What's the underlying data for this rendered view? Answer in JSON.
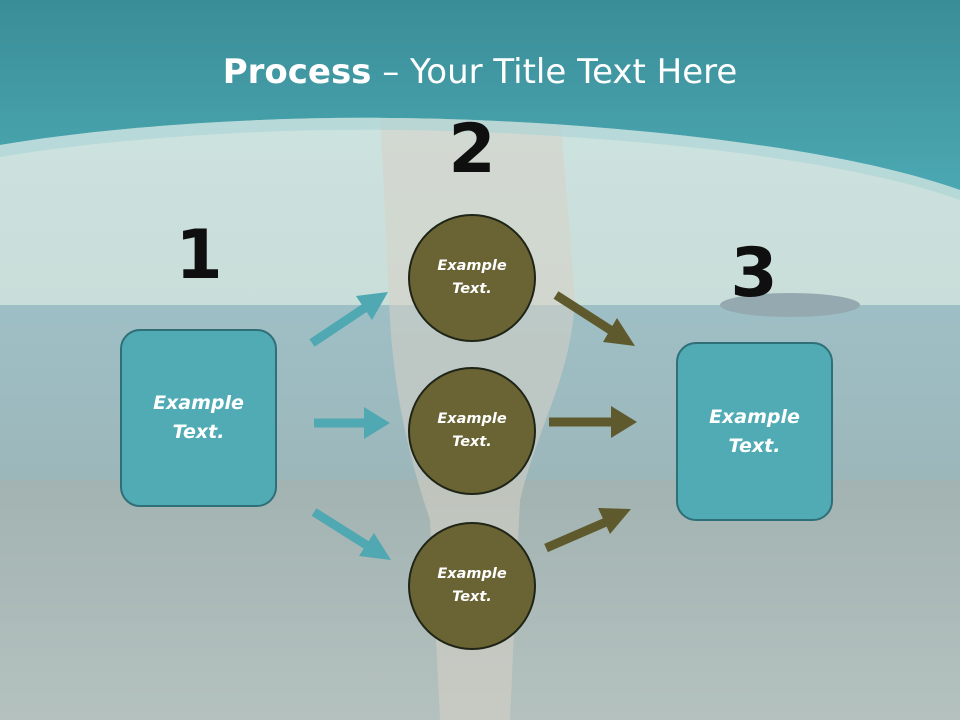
{
  "slide": {
    "title_bold": "Process",
    "title_rest": " – Your Title Text Here"
  },
  "steps": {
    "one": "1",
    "two": "2",
    "three": "3"
  },
  "boxes": {
    "left": "Example\nText.",
    "right": "Example\nText."
  },
  "circles": [
    {
      "label": "Example\nText."
    },
    {
      "label": "Example\nText."
    },
    {
      "label": "Example\nText."
    }
  ],
  "colors": {
    "header_teal": "#3f9ca6",
    "box_fill": "#50abb4",
    "circle_fill": "#6a6435",
    "arrow_teal": "#4fa8b2",
    "arrow_olive": "#5f5a2e"
  }
}
